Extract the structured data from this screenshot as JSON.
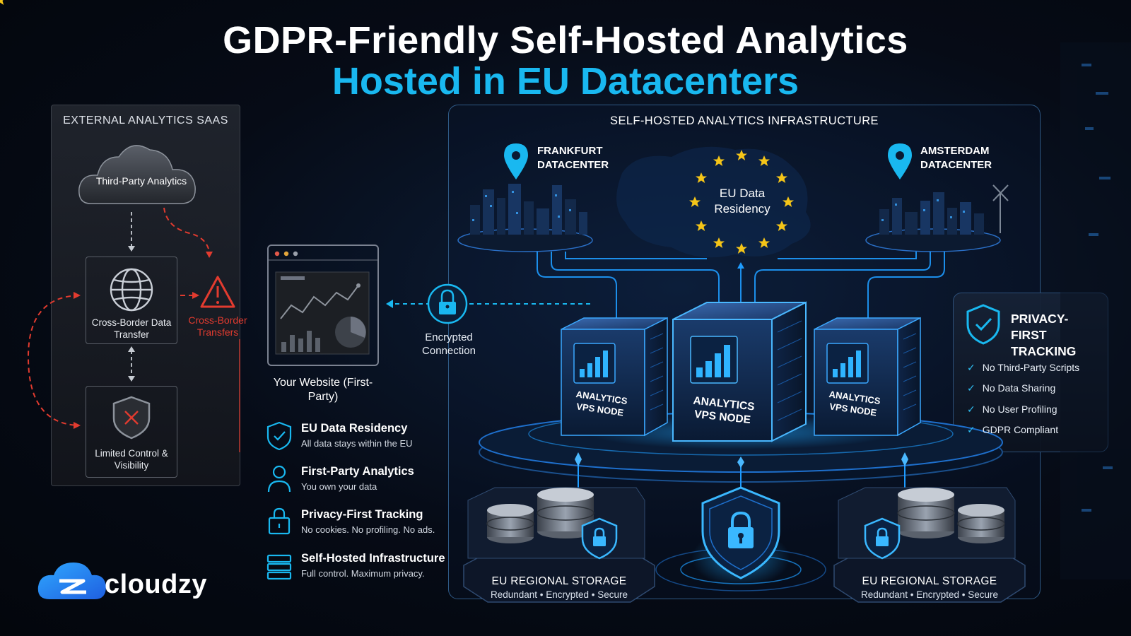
{
  "title": {
    "line1": "GDPR-Friendly Self-Hosted Analytics",
    "line2": "Hosted in EU Datacenters"
  },
  "external_panel": {
    "title": "EXTERNAL ANALYTICS SAAS",
    "cloud": "Third-Party Analytics",
    "cross_border": "Cross-Border Data Transfer",
    "limited_control": "Limited Control & Visibility",
    "warning": "Cross-Border Transfers"
  },
  "website": {
    "label": "Your Website (First-Party)"
  },
  "encrypted": "Encrypted Connection",
  "features": [
    {
      "title": "EU Data Residency",
      "sub": "All data stays within the EU",
      "icon": "shield-check-icon"
    },
    {
      "title": "First-Party Analytics",
      "sub": "You own your data",
      "icon": "user-icon"
    },
    {
      "title": "Privacy-First Tracking",
      "sub": "No cookies. No profiling. No ads.",
      "icon": "lock-icon"
    },
    {
      "title": "Self-Hosted Infrastructure",
      "sub": "Full control. Maximum privacy.",
      "icon": "server-icon"
    }
  ],
  "self_hosted": {
    "title": "SELF-HOSTED ANALYTICS INFRASTRUCTURE",
    "frankfurt": "FRANKFURT DATACENTER",
    "amsterdam": "AMSTERDAM DATACENTER",
    "eu_residency": "EU Data Residency",
    "node_label": "ANALYTICS VPS NODE",
    "storage_left": {
      "title": "EU REGIONAL STORAGE",
      "sub": "Redundant • Encrypted • Secure"
    },
    "storage_right": {
      "title": "EU REGIONAL STORAGE",
      "sub": "Redundant • Encrypted • Secure"
    }
  },
  "privacy": {
    "title": "PRIVACY-FIRST TRACKING",
    "items": [
      "No Third-Party Scripts",
      "No Data Sharing",
      "No User Profiling",
      "GDPR Compliant"
    ]
  },
  "logo": {
    "text": "cloudzy"
  },
  "colors": {
    "accent": "#19b8f0",
    "warning": "#e23b2f",
    "background": "#060b16"
  }
}
